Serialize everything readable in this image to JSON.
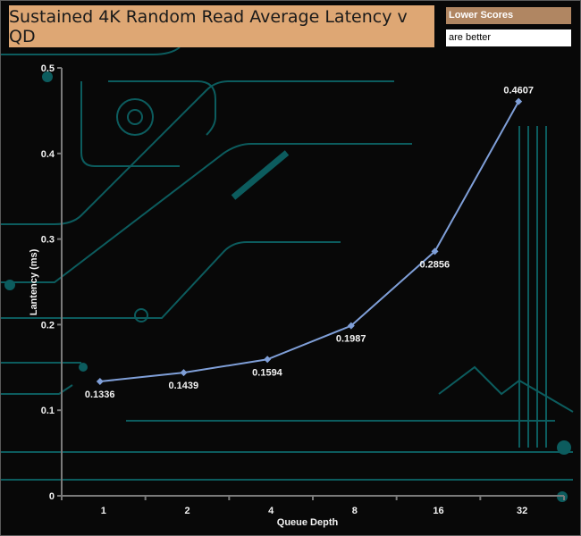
{
  "chart_data": {
    "type": "line",
    "title": "Sustained 4K Random Read Average Latency v QD",
    "legend": [
      "Lower Scores",
      "are better"
    ],
    "legend_position": "top-right",
    "xlabel": "Queue Depth",
    "ylabel": "Lantency (ms)",
    "categories": [
      "1",
      "2",
      "4",
      "8",
      "16",
      "32"
    ],
    "series": [
      {
        "name": "Latency",
        "values": [
          0.1336,
          0.1439,
          0.1594,
          0.1987,
          0.2856,
          0.4607
        ],
        "color": "#7f9fd8"
      }
    ],
    "data_labels": [
      "0.1336",
      "0.1439",
      "0.1594",
      "0.1987",
      "0.2856",
      "0.4607"
    ],
    "ylim": [
      0,
      0.5
    ],
    "yticks": [
      0,
      0.1,
      0.2,
      0.3,
      0.4,
      0.5
    ],
    "ytick_labels": [
      "0",
      "0.1",
      "0.2",
      "0.3",
      "0.4",
      "0.5"
    ],
    "grid": false
  }
}
